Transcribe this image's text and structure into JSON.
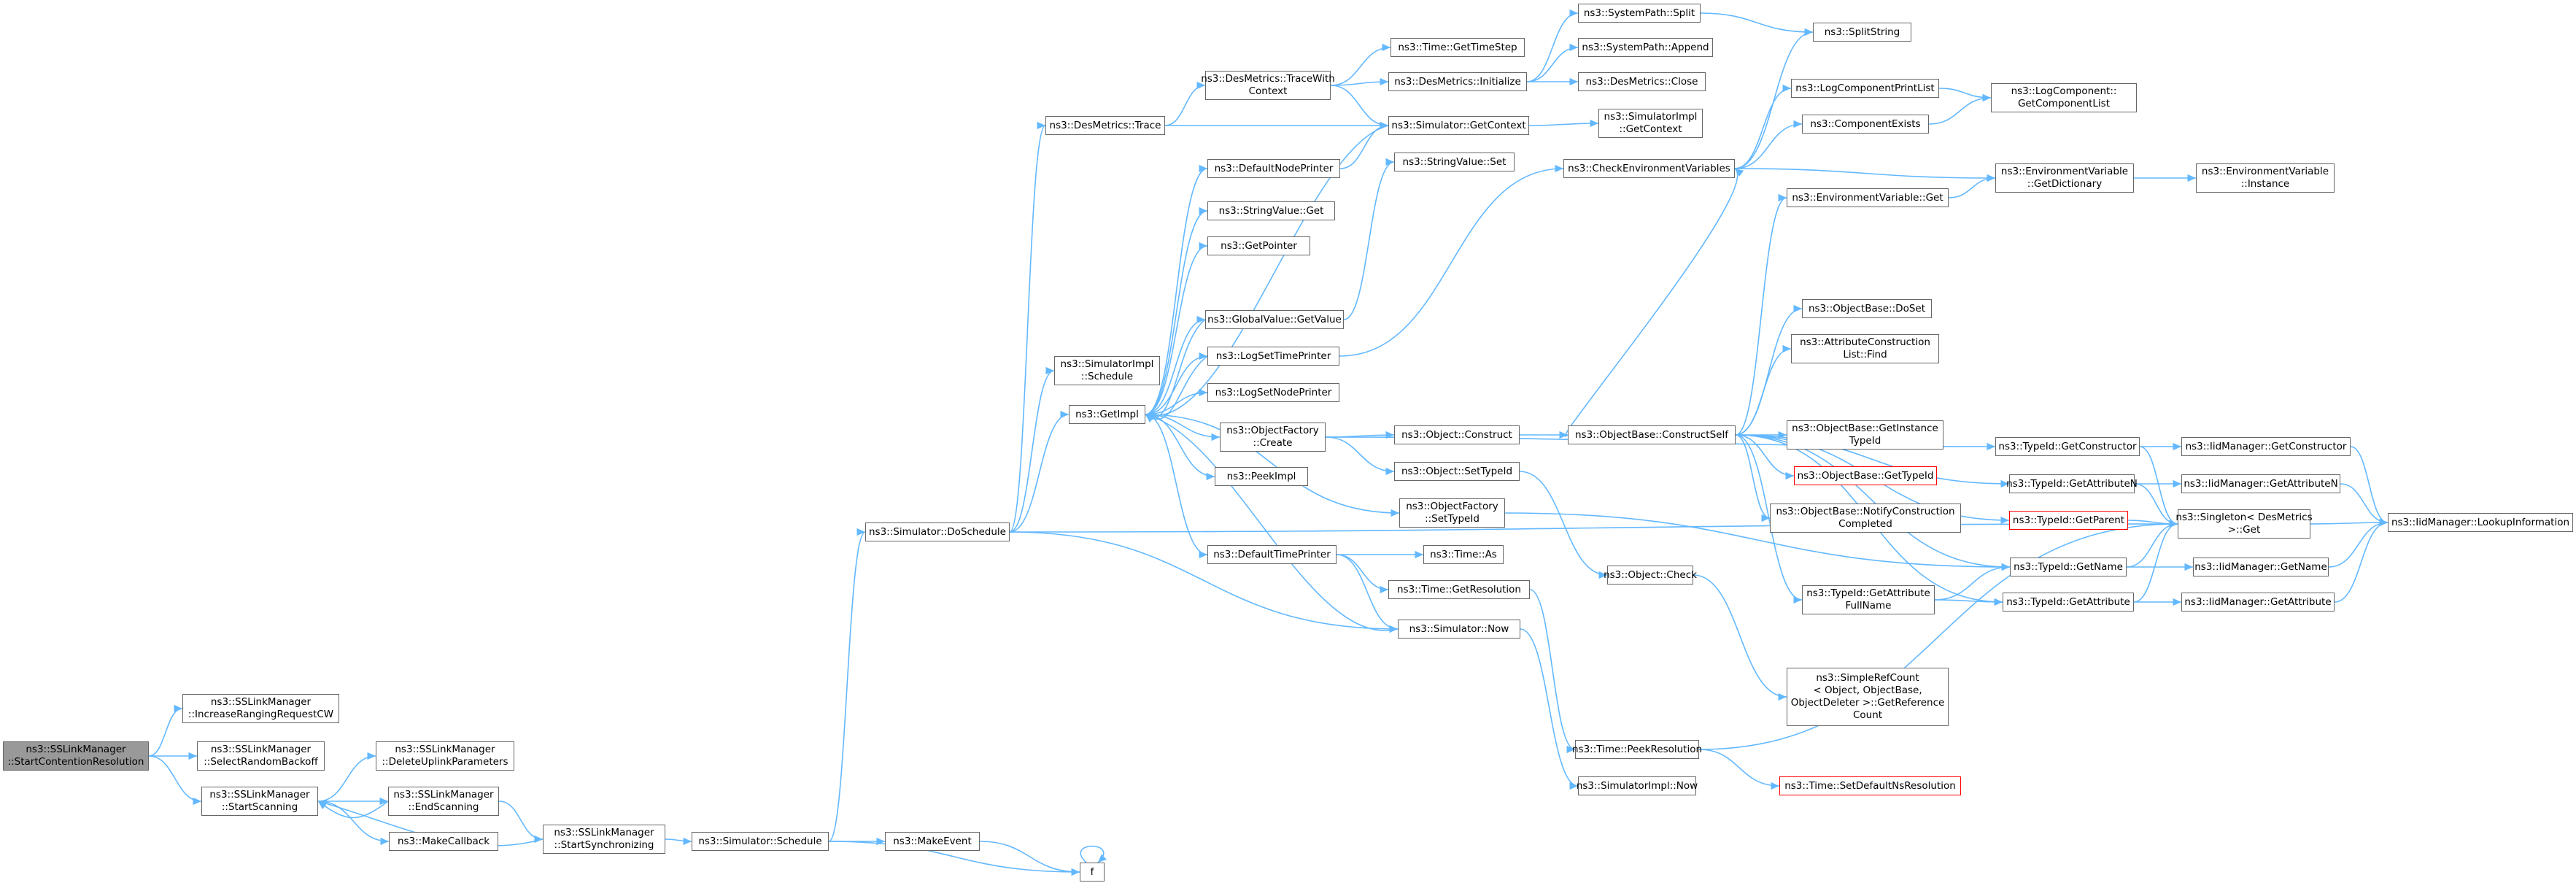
{
  "colors": {
    "edge": "#63b8ff",
    "node_border": "#666666",
    "root_fill": "#999999",
    "truncated_border": "#ff0000"
  },
  "nodes": [
    {
      "id": "root",
      "text": "ns3::SSLinkManager\n::StartContentionResolution",
      "root": true
    },
    {
      "id": "incRanging",
      "text": "ns3::SSLinkManager\n::IncreaseRangingRequestCW"
    },
    {
      "id": "selRandom",
      "text": "ns3::SSLinkManager\n::SelectRandomBackoff"
    },
    {
      "id": "startScan",
      "text": "ns3::SSLinkManager\n::StartScanning"
    },
    {
      "id": "delUplink",
      "text": "ns3::SSLinkManager\n::DeleteUplinkParameters"
    },
    {
      "id": "endScan",
      "text": "ns3::SSLinkManager\n::EndScanning"
    },
    {
      "id": "makeCb",
      "text": "ns3::MakeCallback"
    },
    {
      "id": "startSync",
      "text": "ns3::SSLinkManager\n::StartSynchronizing"
    },
    {
      "id": "schedule",
      "text": "ns3::Simulator::Schedule"
    },
    {
      "id": "makeEvent",
      "text": "ns3::MakeEvent"
    },
    {
      "id": "f",
      "text": "f"
    },
    {
      "id": "doSchedule",
      "text": "ns3::Simulator::DoSchedule"
    },
    {
      "id": "desTrace",
      "text": "ns3::DesMetrics::Trace"
    },
    {
      "id": "implSchedule",
      "text": "ns3::SimulatorImpl\n::Schedule"
    },
    {
      "id": "getImpl",
      "text": "ns3::GetImpl"
    },
    {
      "id": "traceWith",
      "text": "ns3::DesMetrics::TraceWith\nContext"
    },
    {
      "id": "getTimeStep",
      "text": "ns3::Time::GetTimeStep"
    },
    {
      "id": "desInit",
      "text": "ns3::DesMetrics::Initialize"
    },
    {
      "id": "getContext",
      "text": "ns3::Simulator::GetContext"
    },
    {
      "id": "sysSplit",
      "text": "ns3::SystemPath::Split"
    },
    {
      "id": "sysAppend",
      "text": "ns3::SystemPath::Append"
    },
    {
      "id": "desClose",
      "text": "ns3::DesMetrics::Close"
    },
    {
      "id": "implGetContext",
      "text": "ns3::SimulatorImpl\n::GetContext"
    },
    {
      "id": "splitString",
      "text": "ns3::SplitString"
    },
    {
      "id": "defNodePrinter",
      "text": "ns3::DefaultNodePrinter"
    },
    {
      "id": "strValueSet",
      "text": "ns3::StringValue::Set"
    },
    {
      "id": "strValueGet",
      "text": "ns3::StringValue::Get"
    },
    {
      "id": "getPointer",
      "text": "ns3::GetPointer"
    },
    {
      "id": "gvGetValue",
      "text": "ns3::GlobalValue::GetValue"
    },
    {
      "id": "logSetTime",
      "text": "ns3::LogSetTimePrinter"
    },
    {
      "id": "logSetNode",
      "text": "ns3::LogSetNodePrinter"
    },
    {
      "id": "ofCreate",
      "text": "ns3::ObjectFactory\n::Create"
    },
    {
      "id": "peekImpl",
      "text": "ns3::PeekImpl"
    },
    {
      "id": "ofSetTypeId",
      "text": "ns3::ObjectFactory\n::SetTypeId"
    },
    {
      "id": "defTimePrinter",
      "text": "ns3::DefaultTimePrinter"
    },
    {
      "id": "timeAs",
      "text": "ns3::Time::As"
    },
    {
      "id": "getResolution",
      "text": "ns3::Time::GetResolution"
    },
    {
      "id": "simNow",
      "text": "ns3::Simulator::Now"
    },
    {
      "id": "peekResolution",
      "text": "ns3::Time::PeekResolution"
    },
    {
      "id": "implNow",
      "text": "ns3::SimulatorImpl::Now"
    },
    {
      "id": "setDefaultNs",
      "text": "ns3::Time::SetDefaultNsResolution",
      "truncated": true
    },
    {
      "id": "checkEnv",
      "text": "ns3::CheckEnvironmentVariables"
    },
    {
      "id": "logPrintList",
      "text": "ns3::LogComponentPrintList"
    },
    {
      "id": "compExists",
      "text": "ns3::ComponentExists"
    },
    {
      "id": "logGetList",
      "text": "ns3::LogComponent::\nGetComponentList"
    },
    {
      "id": "envGet",
      "text": "ns3::EnvironmentVariable::Get"
    },
    {
      "id": "envDict",
      "text": "ns3::EnvironmentVariable\n::GetDictionary"
    },
    {
      "id": "envInstance",
      "text": "ns3::EnvironmentVariable\n::Instance"
    },
    {
      "id": "objConstruct",
      "text": "ns3::Object::Construct"
    },
    {
      "id": "objSetTypeId",
      "text": "ns3::Object::SetTypeId"
    },
    {
      "id": "constructSelf",
      "text": "ns3::ObjectBase::ConstructSelf"
    },
    {
      "id": "objCheck",
      "text": "ns3::Object::Check"
    },
    {
      "id": "simpleRef",
      "text": "ns3::SimpleRefCount\n< Object, ObjectBase,\nObjectDeleter >::GetReference\nCount"
    },
    {
      "id": "obDoSet",
      "text": "ns3::ObjectBase::DoSet"
    },
    {
      "id": "attrFind",
      "text": "ns3::AttributeConstruction\nList::Find"
    },
    {
      "id": "obGetInst",
      "text": "ns3::ObjectBase::GetInstance\nTypeId"
    },
    {
      "id": "obGetTypeId",
      "text": "ns3::ObjectBase::GetTypeId",
      "truncated": true
    },
    {
      "id": "obNotify",
      "text": "ns3::ObjectBase::NotifyConstruction\nCompleted"
    },
    {
      "id": "tidGetAttrFull",
      "text": "ns3::TypeId::GetAttribute\nFullName"
    },
    {
      "id": "tidGetCtor",
      "text": "ns3::TypeId::GetConstructor"
    },
    {
      "id": "tidGetAttrN",
      "text": "ns3::TypeId::GetAttributeN"
    },
    {
      "id": "tidGetParent",
      "text": "ns3::TypeId::GetParent",
      "truncated": true
    },
    {
      "id": "tidGetName",
      "text": "ns3::TypeId::GetName"
    },
    {
      "id": "tidGetAttr",
      "text": "ns3::TypeId::GetAttribute"
    },
    {
      "id": "singleton",
      "text": "ns3::Singleton< DesMetrics\n>::Get"
    },
    {
      "id": "iidGetCtor",
      "text": "ns3::IidManager::GetConstructor"
    },
    {
      "id": "iidGetAttrN",
      "text": "ns3::IidManager::GetAttributeN"
    },
    {
      "id": "iidGetName",
      "text": "ns3::IidManager::GetName"
    },
    {
      "id": "iidGetAttr",
      "text": "ns3::IidManager::GetAttribute"
    },
    {
      "id": "iidLookup",
      "text": "ns3::IidManager::LookupInformation"
    }
  ],
  "edges": [
    [
      "root",
      "incRanging"
    ],
    [
      "root",
      "selRandom"
    ],
    [
      "root",
      "startScan"
    ],
    [
      "startScan",
      "delUplink"
    ],
    [
      "startScan",
      "endScan"
    ],
    [
      "startScan",
      "makeCb"
    ],
    [
      "endScan",
      "startScan"
    ],
    [
      "endScan",
      "startSync"
    ],
    [
      "startSync",
      "startScan"
    ],
    [
      "startSync",
      "schedule"
    ],
    [
      "schedule",
      "makeEvent"
    ],
    [
      "schedule",
      "f"
    ],
    [
      "schedule",
      "doSchedule"
    ],
    [
      "makeEvent",
      "f"
    ],
    [
      "f",
      "f"
    ],
    [
      "doSchedule",
      "desTrace"
    ],
    [
      "doSchedule",
      "implSchedule"
    ],
    [
      "doSchedule",
      "getImpl"
    ],
    [
      "doSchedule",
      "simNow"
    ],
    [
      "doSchedule",
      "singleton"
    ],
    [
      "desTrace",
      "traceWith"
    ],
    [
      "desTrace",
      "getContext"
    ],
    [
      "traceWith",
      "getTimeStep"
    ],
    [
      "traceWith",
      "desInit"
    ],
    [
      "traceWith",
      "getContext"
    ],
    [
      "desInit",
      "sysSplit"
    ],
    [
      "desInit",
      "sysAppend"
    ],
    [
      "desInit",
      "desClose"
    ],
    [
      "sysSplit",
      "splitString"
    ],
    [
      "getContext",
      "getImpl"
    ],
    [
      "getContext",
      "implGetContext"
    ],
    [
      "getImpl",
      "defNodePrinter"
    ],
    [
      "getImpl",
      "strValueGet"
    ],
    [
      "getImpl",
      "getPointer"
    ],
    [
      "getImpl",
      "gvGetValue"
    ],
    [
      "getImpl",
      "logSetTime"
    ],
    [
      "getImpl",
      "logSetNode"
    ],
    [
      "getImpl",
      "ofCreate"
    ],
    [
      "getImpl",
      "peekImpl"
    ],
    [
      "getImpl",
      "ofSetTypeId"
    ],
    [
      "getImpl",
      "defTimePrinter"
    ],
    [
      "defNodePrinter",
      "getContext"
    ],
    [
      "gvGetValue",
      "strValueSet"
    ],
    [
      "gvGetValue",
      "getImpl"
    ],
    [
      "logSetTime",
      "checkEnv"
    ],
    [
      "logSetTime",
      "getImpl"
    ],
    [
      "checkEnv",
      "splitString"
    ],
    [
      "checkEnv",
      "logPrintList"
    ],
    [
      "checkEnv",
      "compExists"
    ],
    [
      "checkEnv",
      "envDict"
    ],
    [
      "logPrintList",
      "logGetList"
    ],
    [
      "compExists",
      "logGetList"
    ],
    [
      "envGet",
      "envDict"
    ],
    [
      "envDict",
      "envInstance"
    ],
    [
      "ofCreate",
      "objConstruct"
    ],
    [
      "ofCreate",
      "objSetTypeId"
    ],
    [
      "ofCreate",
      "tidGetCtor"
    ],
    [
      "ofSetTypeId",
      "tidGetName"
    ],
    [
      "defTimePrinter",
      "timeAs"
    ],
    [
      "defTimePrinter",
      "getResolution"
    ],
    [
      "defTimePrinter",
      "simNow"
    ],
    [
      "simNow",
      "getImpl"
    ],
    [
      "simNow",
      "implNow"
    ],
    [
      "getResolution",
      "peekResolution"
    ],
    [
      "peekResolution",
      "setDefaultNs"
    ],
    [
      "peekResolution",
      "singleton"
    ],
    [
      "objConstruct",
      "constructSelf"
    ],
    [
      "objSetTypeId",
      "objCheck"
    ],
    [
      "objCheck",
      "simpleRef"
    ],
    [
      "constructSelf",
      "envGet"
    ],
    [
      "constructSelf",
      "checkEnv"
    ],
    [
      "constructSelf",
      "obDoSet"
    ],
    [
      "constructSelf",
      "attrFind"
    ],
    [
      "constructSelf",
      "obGetInst"
    ],
    [
      "constructSelf",
      "obGetTypeId"
    ],
    [
      "constructSelf",
      "obNotify"
    ],
    [
      "constructSelf",
      "tidGetAttrFull"
    ],
    [
      "constructSelf",
      "tidGetAttrN"
    ],
    [
      "constructSelf",
      "tidGetParent"
    ],
    [
      "constructSelf",
      "tidGetName"
    ],
    [
      "constructSelf",
      "tidGetAttr"
    ],
    [
      "tidGetAttrFull",
      "tidGetName"
    ],
    [
      "tidGetAttrFull",
      "tidGetAttr"
    ],
    [
      "tidGetCtor",
      "iidGetCtor"
    ],
    [
      "tidGetCtor",
      "singleton"
    ],
    [
      "tidGetAttrN",
      "iidGetAttrN"
    ],
    [
      "tidGetAttrN",
      "singleton"
    ],
    [
      "tidGetName",
      "iidGetName"
    ],
    [
      "tidGetName",
      "singleton"
    ],
    [
      "tidGetAttr",
      "iidGetAttr"
    ],
    [
      "tidGetAttr",
      "singleton"
    ],
    [
      "tidGetParent",
      "singleton"
    ],
    [
      "iidGetCtor",
      "iidLookup"
    ],
    [
      "iidGetAttrN",
      "iidLookup"
    ],
    [
      "iidGetName",
      "iidLookup"
    ],
    [
      "iidGetAttr",
      "iidLookup"
    ],
    [
      "singleton",
      "iidLookup"
    ]
  ]
}
